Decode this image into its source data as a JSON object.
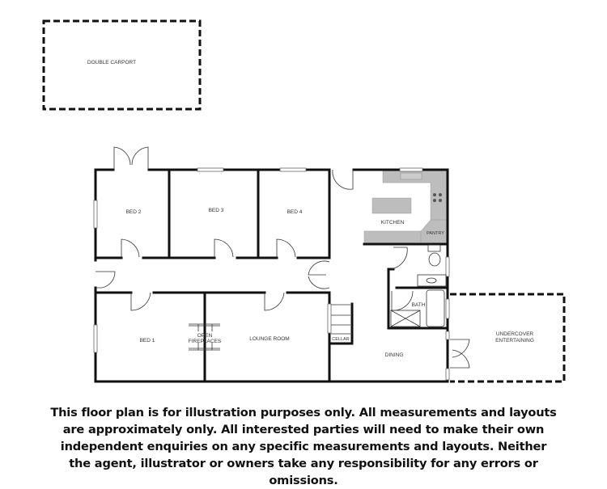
{
  "rooms": {
    "carport": "DOUBLE CARPORT",
    "bed2": "BED 2",
    "bed3": "BED 3",
    "bed4": "BED 4",
    "kitchen": "KITCHEN",
    "pantry": "PANTRY",
    "bath": "BATH",
    "bed1": "BED 1",
    "fireplaces_line1": "OPEN",
    "fireplaces_line2": "FIREPLACES",
    "lounge": "LOUNGE ROOM",
    "cellar": "CELLAR",
    "dining": "DINING",
    "undercover_line1": "UNDERCOVER",
    "undercover_line2": "ENTERTAINING"
  },
  "disclaimer": "This floor plan is for illustration purposes only. All measurements and layouts are approximately only. All interested parties will need to make their own independent enquiries on any specific measurements and layouts. Neither the agent, illustrator or owners take any responsibility for any errors or omissions."
}
